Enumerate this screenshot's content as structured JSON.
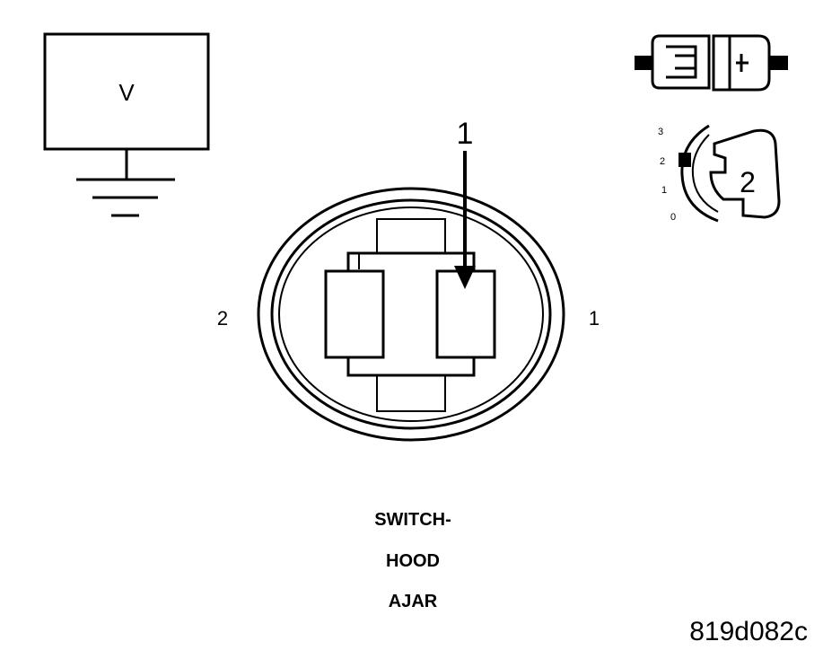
{
  "meter": {
    "symbol": "V"
  },
  "connector": {
    "pin_labels": {
      "left": "2",
      "right": "1"
    },
    "callout_number": "1"
  },
  "key_icon": {
    "dial_marks": [
      "3",
      "2",
      "1",
      "0"
    ],
    "selected_mark": "2",
    "key_number": "2"
  },
  "caption": {
    "lines": [
      "SWITCH-",
      "HOOD",
      "AJAR"
    ]
  },
  "figure_id": "819d082c",
  "colors": {
    "line": "#000000",
    "background": "#ffffff"
  }
}
